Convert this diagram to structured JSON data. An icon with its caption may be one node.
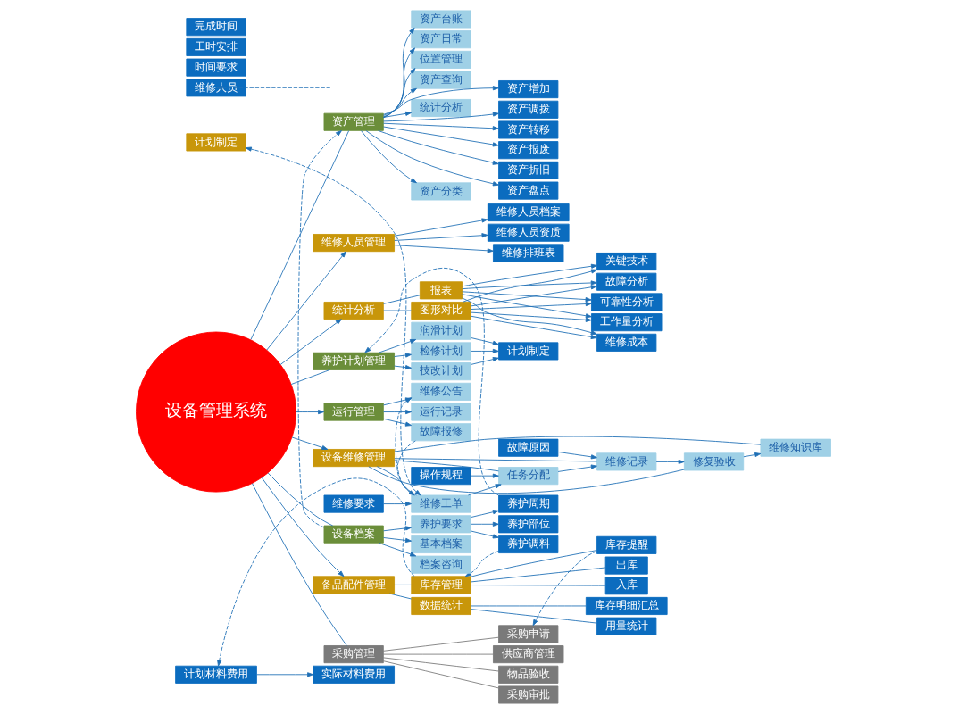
{
  "diagram": {
    "nodes": [
      {
        "text": [
          "计划制定"
        ]
      },
      {
        "text": [
          "计划材料费用"
        ]
      },
      {
        "text": [
          "实际材料费用"
        ]
      },
      {
        "text": [
          "维修人员"
        ]
      },
      {
        "text": [
          "维修公告"
        ]
      },
      {
        "text": [
          "运行记录"
        ]
      },
      {
        "text": [
          "故障报修"
        ]
      },
      {
        "text": [
          "运行管理"
        ]
      },
      {
        "text": [
          "时间要求"
        ]
      },
      {
        "text": [
          "工时安排"
        ]
      },
      {
        "text": [
          "完成时间"
        ]
      },
      {
        "text": [
          "维修要求"
        ]
      },
      {
        "text": [
          "操作规程"
        ]
      },
      {
        "text": [
          "故障原因"
        ]
      },
      {
        "text": [
          "维修工单"
        ]
      },
      {
        "text": [
          "任务分配"
        ]
      },
      {
        "text": [
          "维修记录"
        ]
      },
      {
        "text": [
          "修复验收"
        ]
      },
      {
        "text": [
          "维修知识库"
        ]
      },
      {
        "text": [
          "润滑计划"
        ]
      },
      {
        "text": [
          "检修计划"
        ]
      },
      {
        "text": [
          "技改计划"
        ]
      },
      {
        "text": [
          "计划制定"
        ]
      },
      {
        "text": [
          "养护计划管理"
        ]
      },
      {
        "text": [
          "设备维修管理"
        ]
      },
      {
        "text": [
          "维修人员管理"
        ]
      },
      {
        "text": [
          "维修人员档案"
        ]
      },
      {
        "text": [
          "维修人员资质"
        ]
      },
      {
        "text": [
          "维修排班表"
        ]
      },
      {
        "text": [
          "养护周期"
        ]
      },
      {
        "text": [
          "养护部位"
        ]
      },
      {
        "text": [
          "养护调料"
        ]
      },
      {
        "text": [
          "基本档案"
        ]
      },
      {
        "text": [
          "养护要求"
        ]
      },
      {
        "text": [
          "档案咨询"
        ]
      },
      {
        "text": [
          "设备档案"
        ]
      },
      {
        "text": [
          "设备管理系统"
        ]
      },
      {
        "text": [
          "统计分析"
        ]
      },
      {
        "text": [
          "资产增加"
        ]
      },
      {
        "text": [
          "资产调拨"
        ]
      },
      {
        "text": [
          "资产转移"
        ]
      },
      {
        "text": [
          "资产报废"
        ]
      },
      {
        "text": [
          "资产折旧"
        ]
      },
      {
        "text": [
          "资产盘点"
        ]
      },
      {
        "text": [
          "资产分类"
        ]
      },
      {
        "text": [
          "资产台账"
        ]
      },
      {
        "text": [
          "资产日常"
        ]
      },
      {
        "text": [
          "位置管理"
        ]
      },
      {
        "text": [
          "资产查询"
        ]
      },
      {
        "text": [
          "统计分析"
        ]
      },
      {
        "text": [
          "资产管理"
        ]
      },
      {
        "text": [
          "报表"
        ]
      },
      {
        "text": [
          "图形对比"
        ]
      },
      {
        "text": [
          "关键技术"
        ]
      },
      {
        "text": [
          "故障分析"
        ]
      },
      {
        "text": [
          "可靠性分析"
        ]
      },
      {
        "text": [
          "维修成本"
        ]
      },
      {
        "text": [
          "工作量分析"
        ]
      },
      {
        "text": [
          "备品配件管理"
        ]
      },
      {
        "text": [
          "供应商管理"
        ]
      },
      {
        "text": [
          "物品验收"
        ]
      },
      {
        "text": [
          "采购审批"
        ]
      },
      {
        "text": [
          "采购申请"
        ]
      },
      {
        "text": [
          "采购管理"
        ]
      },
      {
        "text": [
          "库存管理"
        ]
      },
      {
        "text": [
          "数据统计"
        ]
      },
      {
        "text": [
          "库存提醒"
        ]
      },
      {
        "text": [
          "出库"
        ]
      },
      {
        "text": [
          "入库"
        ]
      },
      {
        "text": [
          "库存明细汇总"
        ]
      },
      {
        "text": [
          "用量统计"
        ]
      }
    ],
    "edges": [
      {
        "from": 36,
        "to": 7,
        "arrow": "to"
      },
      {
        "from": 36,
        "to": 23,
        "arrow": "none"
      },
      {
        "from": 36,
        "to": 35,
        "arrow": "none"
      },
      {
        "from": 36,
        "to": 50,
        "arrow": "none"
      },
      {
        "from": 36,
        "to": 63,
        "arrow": "none"
      },
      {
        "from": 36,
        "to": 24,
        "arrow": "to"
      },
      {
        "from": 36,
        "to": 25,
        "arrow": "to"
      },
      {
        "from": 36,
        "to": 37,
        "arrow": "to"
      },
      {
        "from": 36,
        "to": 58,
        "arrow": "to"
      },
      {
        "from": 7,
        "to": 4,
        "arrow": "to"
      },
      {
        "from": 7,
        "to": 5,
        "arrow": "to"
      },
      {
        "from": 7,
        "to": 6,
        "arrow": "to"
      },
      {
        "from": 23,
        "to": 19,
        "arrow": "to"
      },
      {
        "from": 23,
        "to": 20,
        "arrow": "to"
      },
      {
        "from": 23,
        "to": 21,
        "arrow": "to"
      },
      {
        "from": 19,
        "to": 22,
        "arrow": "to"
      },
      {
        "from": 20,
        "to": 22,
        "arrow": "to"
      },
      {
        "from": 21,
        "to": 22,
        "arrow": "to"
      },
      {
        "from": 35,
        "to": 32,
        "arrow": "to"
      },
      {
        "from": 35,
        "to": 33,
        "arrow": "to"
      },
      {
        "from": 35,
        "to": 34,
        "arrow": "to"
      },
      {
        "from": 33,
        "to": 29,
        "arrow": "to"
      },
      {
        "from": 33,
        "to": 30,
        "arrow": "to"
      },
      {
        "from": 33,
        "to": 31,
        "arrow": "to"
      },
      {
        "from": 50,
        "to": 44,
        "arrow": "to"
      },
      {
        "from": 50,
        "to": 45,
        "arrow": "to"
      },
      {
        "from": 50,
        "to": 46,
        "arrow": "to"
      },
      {
        "from": 50,
        "to": 47,
        "arrow": "to"
      },
      {
        "from": 50,
        "to": 48,
        "arrow": "to"
      },
      {
        "from": 50,
        "to": 49,
        "arrow": "to"
      },
      {
        "from": 50,
        "to": 38,
        "arrow": "to"
      },
      {
        "from": 50,
        "to": 39,
        "arrow": "to"
      },
      {
        "from": 50,
        "to": 40,
        "arrow": "to"
      },
      {
        "from": 50,
        "to": 41,
        "arrow": "to"
      },
      {
        "from": 50,
        "to": 42,
        "arrow": "to"
      },
      {
        "from": 50,
        "to": 43,
        "arrow": "to"
      },
      {
        "from": 63,
        "to": 59,
        "arrow": "none",
        "color": "#7a7a7a"
      },
      {
        "from": 63,
        "to": 60,
        "arrow": "none",
        "color": "#7a7a7a"
      },
      {
        "from": 63,
        "to": 61,
        "arrow": "none",
        "color": "#7a7a7a"
      },
      {
        "from": 63,
        "to": 62,
        "arrow": "none",
        "color": "#7a7a7a"
      },
      {
        "from": 1,
        "to": 2,
        "arrow": "to"
      },
      {
        "from": 11,
        "to": 14,
        "arrow": "to"
      },
      {
        "from": 12,
        "to": 15,
        "arrow": "to"
      },
      {
        "from": 13,
        "to": 16,
        "arrow": "to"
      },
      {
        "from": 14,
        "to": 15,
        "arrow": "to"
      },
      {
        "from": 15,
        "to": 16,
        "arrow": "to"
      },
      {
        "from": 16,
        "to": 17,
        "arrow": "to"
      },
      {
        "from": 17,
        "to": 18,
        "arrow": "to"
      },
      {
        "from": 24,
        "to": 14,
        "arrow": "none"
      },
      {
        "from": 24,
        "to": 15,
        "arrow": "none"
      },
      {
        "from": 24,
        "to": 16,
        "arrow": "none"
      },
      {
        "from": 24,
        "to": 17,
        "arrow": "none"
      },
      {
        "from": 24,
        "to": 18,
        "arrow": "none"
      },
      {
        "from": 25,
        "to": 26,
        "arrow": "to"
      },
      {
        "from": 25,
        "to": 27,
        "arrow": "to"
      },
      {
        "from": 25,
        "to": 28,
        "arrow": "to"
      },
      {
        "from": 37,
        "to": 51,
        "arrow": "none"
      },
      {
        "from": 37,
        "to": 52,
        "arrow": "none"
      },
      {
        "from": 51,
        "to": 53,
        "arrow": "to"
      },
      {
        "from": 51,
        "to": 54,
        "arrow": "to"
      },
      {
        "from": 51,
        "to": 55,
        "arrow": "to"
      },
      {
        "from": 51,
        "to": 56,
        "arrow": "to"
      },
      {
        "from": 51,
        "to": 57,
        "arrow": "to"
      },
      {
        "from": 52,
        "to": 53,
        "arrow": "to"
      },
      {
        "from": 52,
        "to": 54,
        "arrow": "to"
      },
      {
        "from": 52,
        "to": 55,
        "arrow": "to"
      },
      {
        "from": 52,
        "to": 56,
        "arrow": "to"
      },
      {
        "from": 52,
        "to": 57,
        "arrow": "to"
      },
      {
        "from": 58,
        "to": 64,
        "arrow": "none"
      },
      {
        "from": 58,
        "to": 65,
        "arrow": "none"
      },
      {
        "from": 64,
        "to": 66,
        "arrow": "none"
      },
      {
        "from": 64,
        "to": 67,
        "arrow": "none"
      },
      {
        "from": 64,
        "to": 68,
        "arrow": "none"
      },
      {
        "from": 65,
        "to": 69,
        "arrow": "none"
      },
      {
        "from": 65,
        "to": 70,
        "arrow": "none"
      },
      {
        "from": 6,
        "to": 14,
        "arrow": "to",
        "style": "dashed"
      },
      {
        "from": 14,
        "to": 0,
        "arrow": "both",
        "style": "dashed"
      },
      {
        "from": 14,
        "to": 4,
        "arrow": "to",
        "style": "dashed"
      },
      {
        "from": 29,
        "to": 23,
        "arrow": "to",
        "style": "dashed"
      },
      {
        "from": 35,
        "to": 50,
        "arrow": "to",
        "style": "dashed"
      },
      {
        "from": 31,
        "to": 64,
        "arrow": "to",
        "style": "dashed"
      },
      {
        "from": 64,
        "to": 1,
        "arrow": "to",
        "style": "dashed"
      },
      {
        "from": null,
        "to": 3,
        "arrow": "to",
        "style": "dashed"
      },
      {
        "from": 66,
        "to": 62,
        "arrow": "to",
        "style": "dashed"
      }
    ]
  }
}
